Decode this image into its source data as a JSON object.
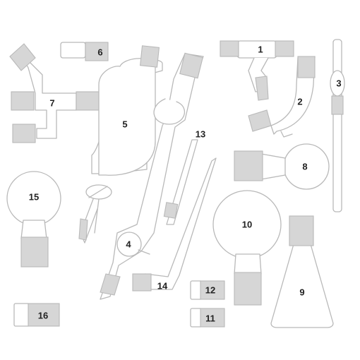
{
  "colors": {
    "glass_outline": "#b9b9b9",
    "joint_fill": "#d6d6d6",
    "label": "#222222",
    "background": "#ffffff"
  },
  "pieces": [
    {
      "id": "1",
      "label": "1"
    },
    {
      "id": "2",
      "label": "2"
    },
    {
      "id": "3",
      "label": "3"
    },
    {
      "id": "4",
      "label": "4"
    },
    {
      "id": "5",
      "label": "5"
    },
    {
      "id": "6",
      "label": "6"
    },
    {
      "id": "7",
      "label": "7"
    },
    {
      "id": "8",
      "label": "8"
    },
    {
      "id": "9",
      "label": "9"
    },
    {
      "id": "10",
      "label": "10"
    },
    {
      "id": "11",
      "label": "11"
    },
    {
      "id": "12",
      "label": "12"
    },
    {
      "id": "13",
      "label": "13"
    },
    {
      "id": "14",
      "label": "14"
    },
    {
      "id": "15",
      "label": "15"
    },
    {
      "id": "16",
      "label": "16"
    }
  ]
}
